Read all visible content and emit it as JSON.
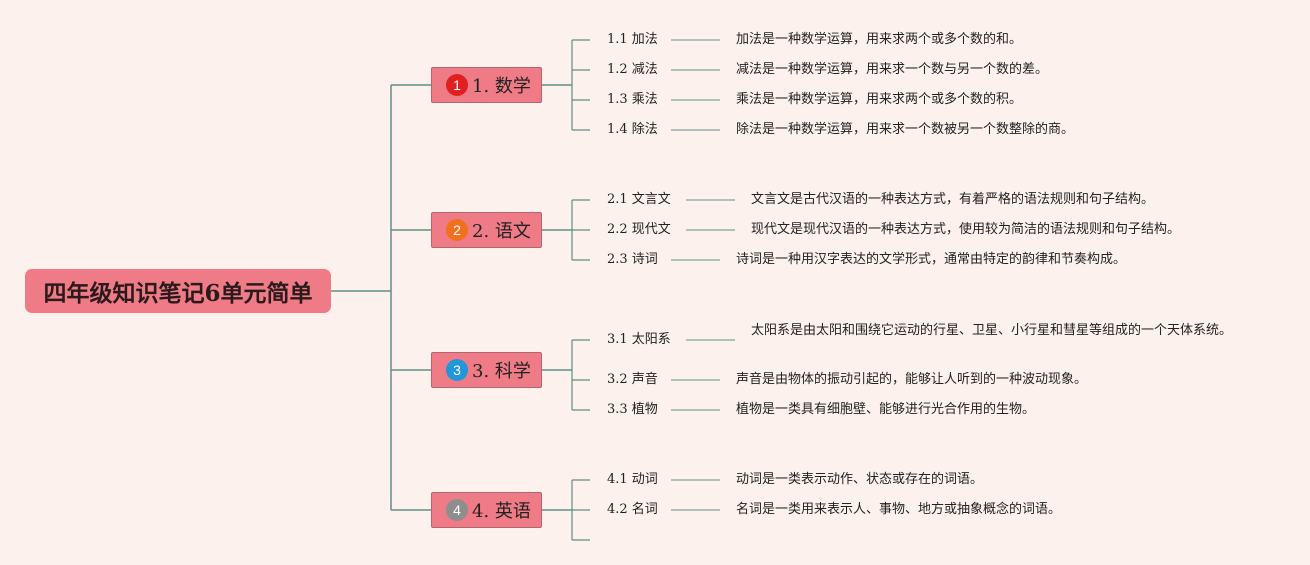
{
  "title": "四年级知识笔记6单元简单",
  "colors": {
    "background": "#fdf1ed",
    "node_fill": "#ee7b86",
    "line": "#5f8f86",
    "badge_1": "#e02020",
    "badge_2": "#f07020",
    "badge_3": "#2196d8",
    "badge_4": "#8e8e8e"
  },
  "branches": [
    {
      "badge": "1",
      "label": "1. 数学",
      "items": [
        {
          "label": "1.1 加法",
          "desc": "加法是一种数学运算，用来求两个或多个数的和。"
        },
        {
          "label": "1.2 减法",
          "desc": "减法是一种数学运算，用来求一个数与另一个数的差。"
        },
        {
          "label": "1.3 乘法",
          "desc": "乘法是一种数学运算，用来求两个或多个数的积。"
        },
        {
          "label": "1.4 除法",
          "desc": "除法是一种数学运算，用来求一个数被另一个数整除的商。"
        }
      ]
    },
    {
      "badge": "2",
      "label": "2. 语文",
      "items": [
        {
          "label": "2.1 文言文",
          "desc": "文言文是古代汉语的一种表达方式，有着严格的语法规则和句子结构。"
        },
        {
          "label": "2.2 现代文",
          "desc": "现代文是现代汉语的一种表达方式，使用较为简洁的语法规则和句子结构。"
        },
        {
          "label": "2.3 诗词",
          "desc": "诗词是一种用汉字表达的文学形式，通常由特定的韵律和节奏构成。"
        }
      ]
    },
    {
      "badge": "3",
      "label": "3. 科学",
      "items": [
        {
          "label": "3.1 太阳系",
          "desc": "太阳系是由太阳和围绕它运动的行星、卫星、小行星和彗星等组成的一个天体系统。"
        },
        {
          "label": "3.2 声音",
          "desc": "声音是由物体的振动引起的，能够让人听到的一种波动现象。"
        },
        {
          "label": "3.3 植物",
          "desc": "植物是一类具有细胞壁、能够进行光合作用的生物。"
        }
      ]
    },
    {
      "badge": "4",
      "label": "4. 英语",
      "items": [
        {
          "label": "4.1 动词",
          "desc": "动词是一类表示动作、状态或存在的词语。"
        },
        {
          "label": "4.2 名词",
          "desc": "名词是一类用来表示人、事物、地方或抽象概念的词语。"
        }
      ]
    }
  ]
}
